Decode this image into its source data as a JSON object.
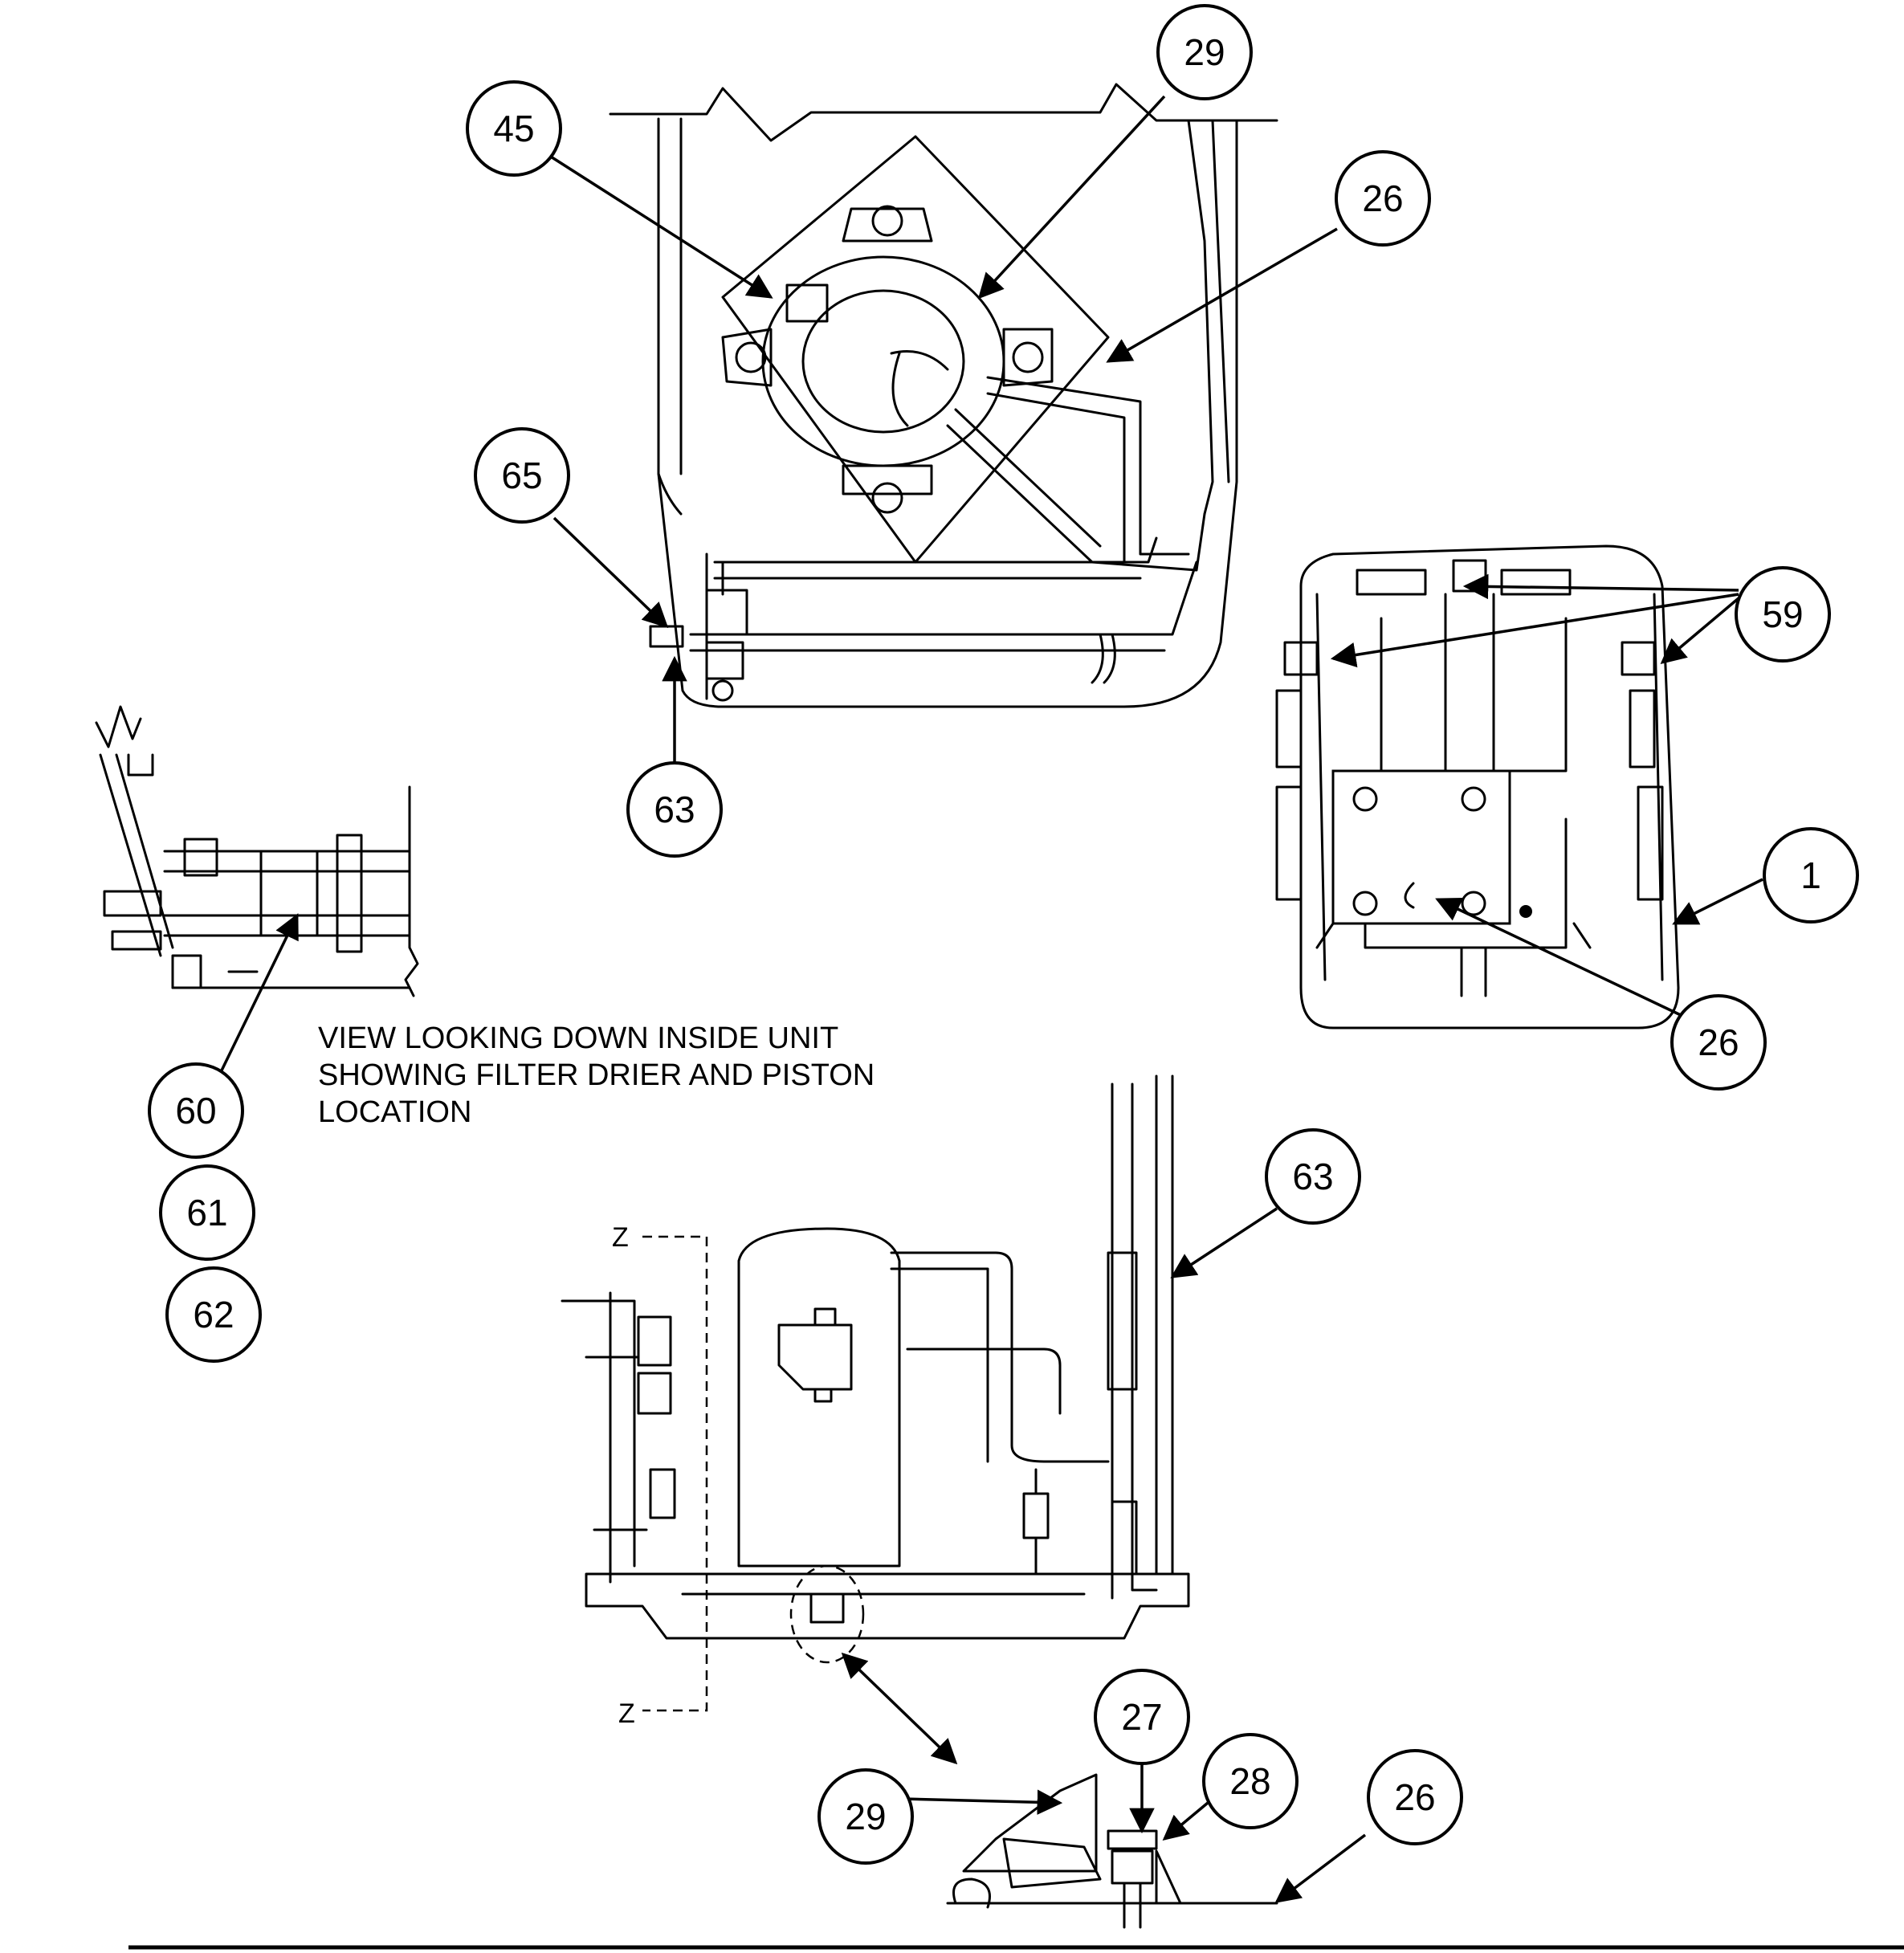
{
  "caption": "VIEW LOOKING DOWN INSIDE UNIT\nSHOWING FILTER DRIER AND PISTON\nLOCATION",
  "callouts": [
    "45",
    "29",
    "26",
    "65",
    "63",
    "59",
    "1",
    "26",
    "60",
    "61",
    "62",
    "63",
    "27",
    "28",
    "29",
    "26"
  ],
  "section_letters": [
    "Z",
    "Z"
  ]
}
